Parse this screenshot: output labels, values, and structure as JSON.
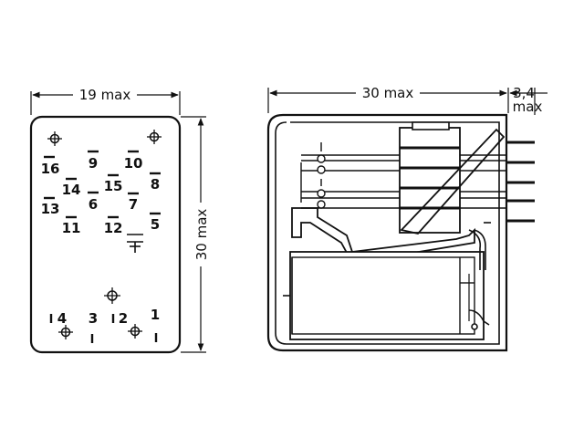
{
  "dimensions": {
    "front_width": "19 max",
    "front_height": "30 max",
    "side_width": "30 max",
    "side_pins_top": "3,4",
    "side_pins_bottom": "max"
  },
  "pins": {
    "p16": "16",
    "p9": "9",
    "p10": "10",
    "p14": "14",
    "p15": "15",
    "p8": "8",
    "p13": "13",
    "p6": "6",
    "p7": "7",
    "p11": "11",
    "p12": "12",
    "p5": "5",
    "p4": "4",
    "p3": "3",
    "p2": "2",
    "p1": "1"
  }
}
